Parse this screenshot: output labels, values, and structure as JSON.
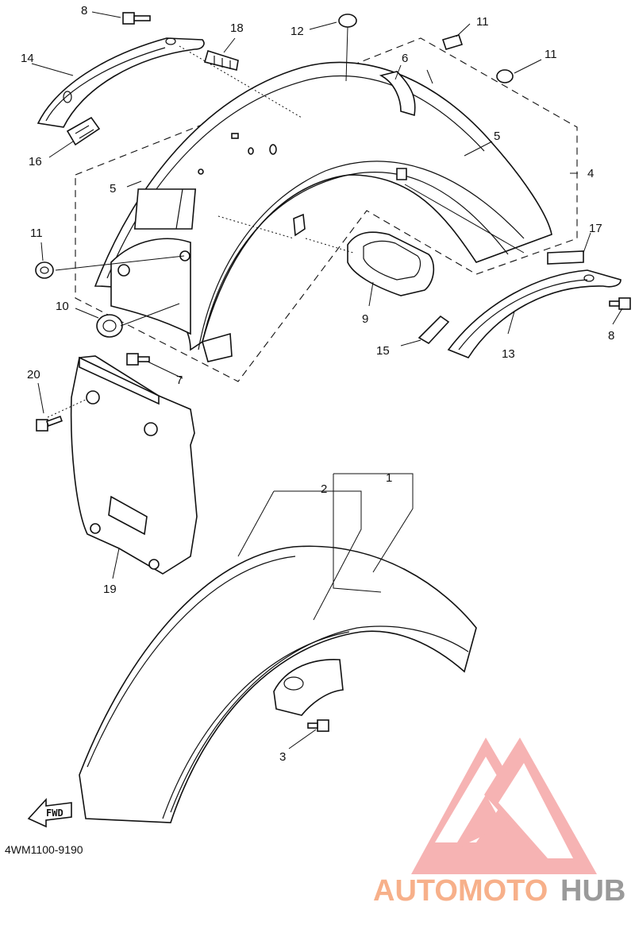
{
  "diagram": {
    "code": "4WM1100-9190",
    "fwd_label": "FWD",
    "callouts": {
      "c1": "1",
      "c2": "2",
      "c3": "3",
      "c4": "4",
      "c5a": "5",
      "c5b": "5",
      "c6": "6",
      "c7": "7",
      "c8a": "8",
      "c8b": "8",
      "c9": "9",
      "c10": "10",
      "c11a": "11",
      "c11b": "11",
      "c11c": "11",
      "c12": "12",
      "c13": "13",
      "c14": "14",
      "c15": "15",
      "c16": "16",
      "c17": "17",
      "c18": "18",
      "c19": "19",
      "c20": "20"
    }
  },
  "watermark": {
    "part1": "AUTOMOTO",
    "part2": "HUB",
    "color_primary": "#f5a6a6",
    "color_accent": "#f7c9a0",
    "color_dark": "#9a9a9a"
  }
}
